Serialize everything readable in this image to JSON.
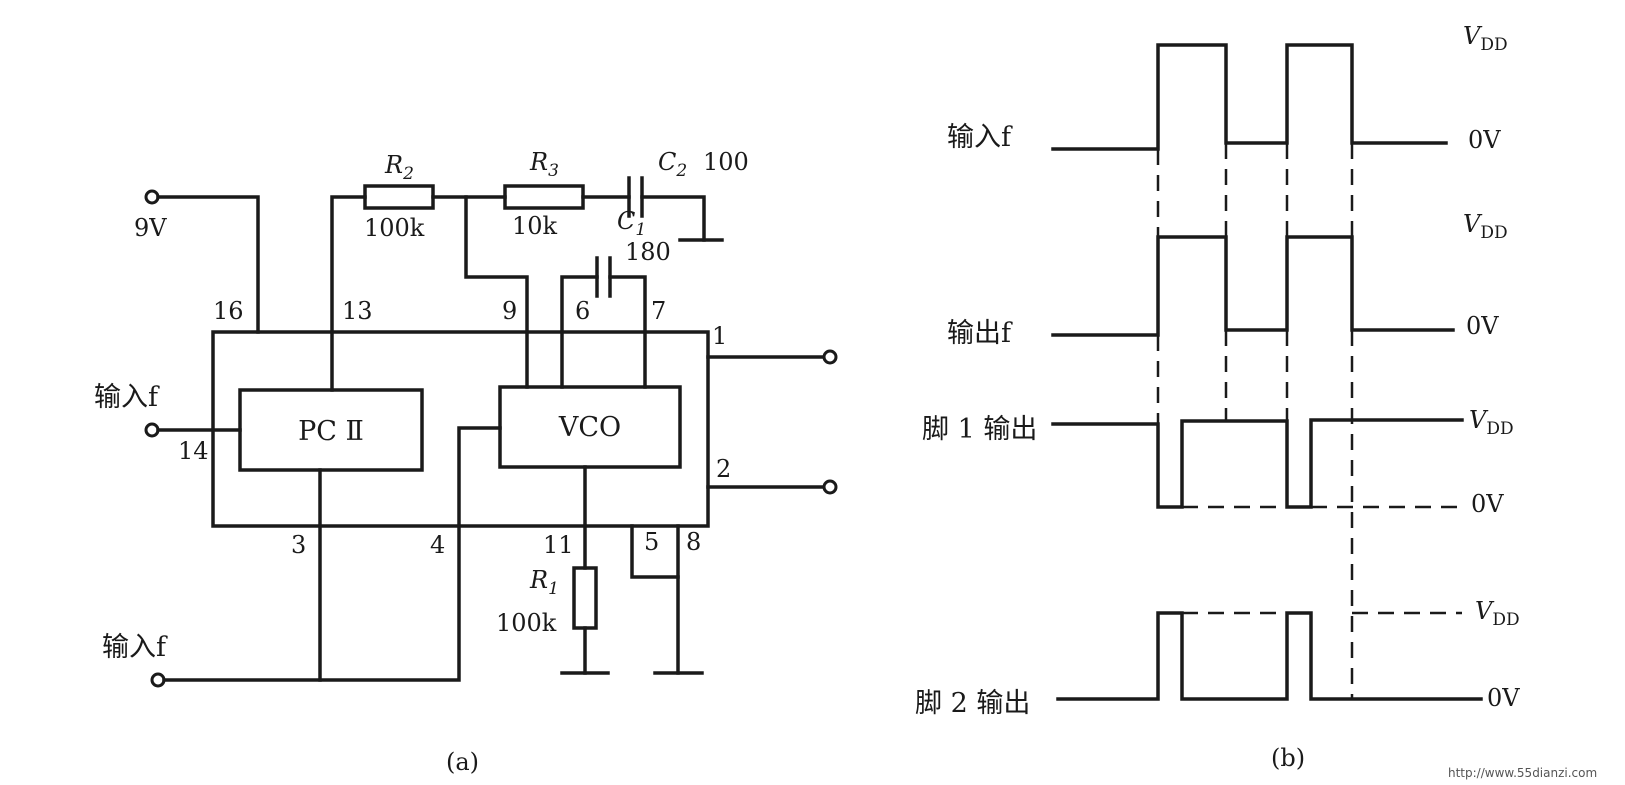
{
  "circuit": {
    "supply": "9V",
    "input_f": "输入f",
    "input_f_bottom": "输入f",
    "pc_block": "PC Ⅱ",
    "vco_block": "VCO",
    "r2_name": "R",
    "r2_sub": "2",
    "r2_value": "100k",
    "r3_name": "R",
    "r3_sub": "3",
    "r3_value": "10k",
    "c2_name": "C",
    "c2_sub": "2",
    "c2_value": "100",
    "c1_name": "C",
    "c1_sub": "1",
    "c1_value": "180",
    "r1_name": "R",
    "r1_sub": "1",
    "r1_value": "100k",
    "pins": {
      "p16": "16",
      "p13": "13",
      "p9": "9",
      "p6": "6",
      "p7": "7",
      "p1": "1",
      "p2": "2",
      "p14": "14",
      "p3": "3",
      "p4": "4",
      "p11": "11",
      "p5": "5",
      "p8": "8"
    },
    "caption": "(a)"
  },
  "waveforms": {
    "input_label": "输入f",
    "output_label": "输出f",
    "pin1_label": "脚 1 输出",
    "pin2_label": "脚 2 输出",
    "vdd_main": "V",
    "vdd_sub": "DD",
    "zero": "0V",
    "caption": "(b)"
  },
  "watermark": "http://www.55dianzi.com"
}
